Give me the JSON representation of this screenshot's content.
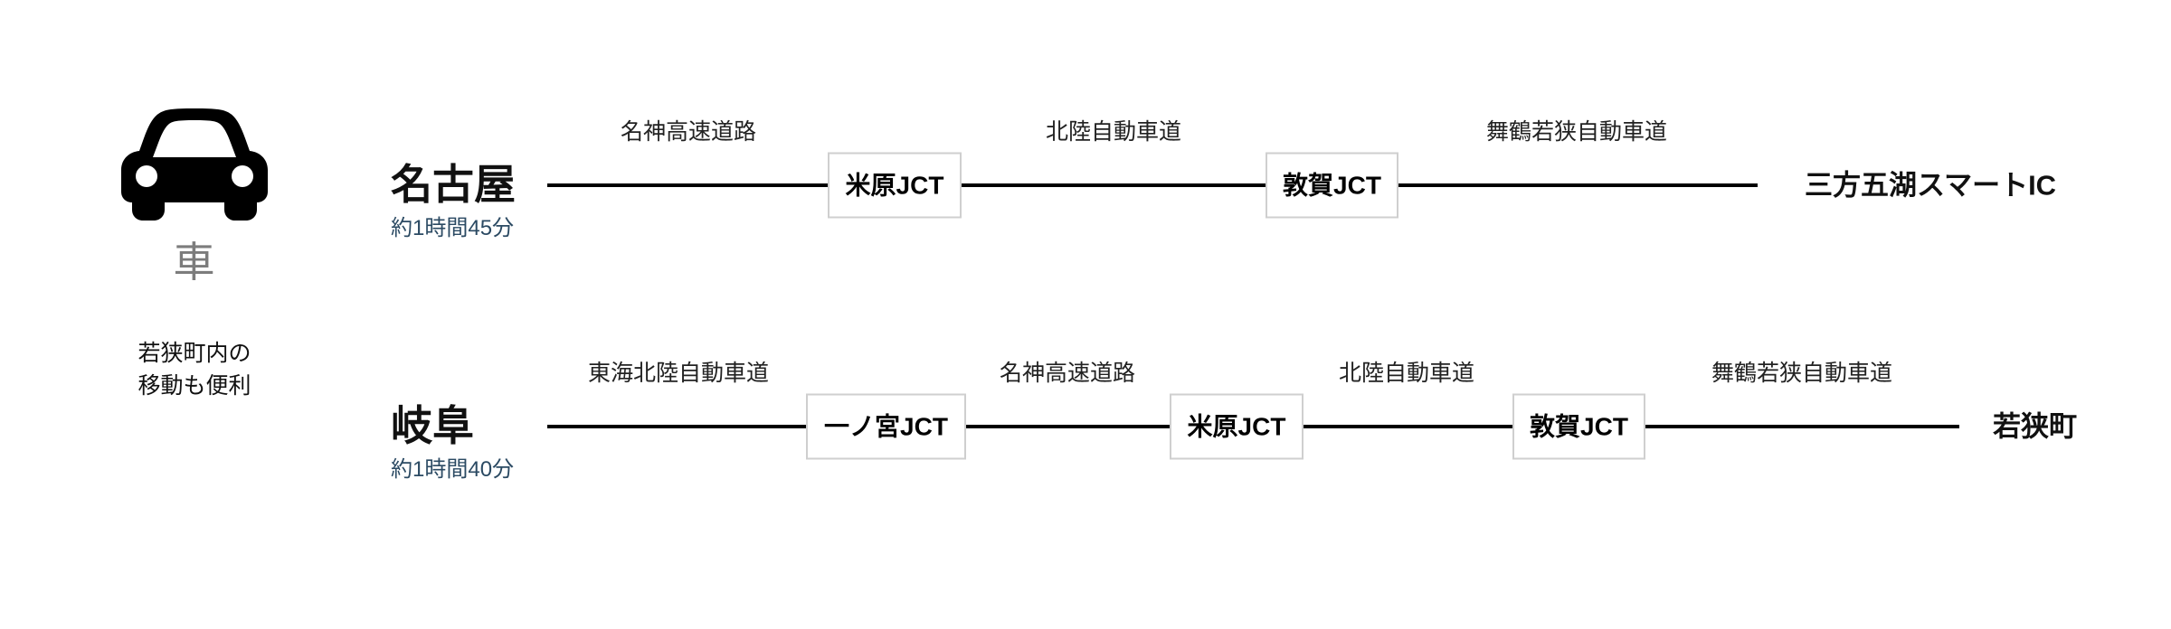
{
  "mode": {
    "icon": "car-front-icon",
    "label": "車",
    "note_line1": "若狭町内の",
    "note_line2": "移動も便利"
  },
  "colors": {
    "line": "#000000",
    "node_border": "#cfcfcf",
    "duration_text": "#2b4a63",
    "mode_label": "#7c7c7c",
    "text": "#111111",
    "background": "#ffffff"
  },
  "routes": [
    {
      "origin": "名古屋",
      "duration": "約1時間45分",
      "destination": "三方五湖スマートIC",
      "nodes": [
        {
          "label": "米原JCT"
        },
        {
          "label": "敦賀JCT"
        }
      ],
      "highways": [
        "名神高速道路",
        "北陸自動車道",
        "舞鶴若狭自動車道"
      ]
    },
    {
      "origin": "岐阜",
      "duration": "約1時間40分",
      "destination": "若狭町",
      "nodes": [
        {
          "label": "一ノ宮JCT"
        },
        {
          "label": "米原JCT"
        },
        {
          "label": "敦賀JCT"
        }
      ],
      "highways": [
        "東海北陸自動車道",
        "名神高速道路",
        "北陸自動車道",
        "舞鶴若狭自動車道"
      ]
    }
  ]
}
